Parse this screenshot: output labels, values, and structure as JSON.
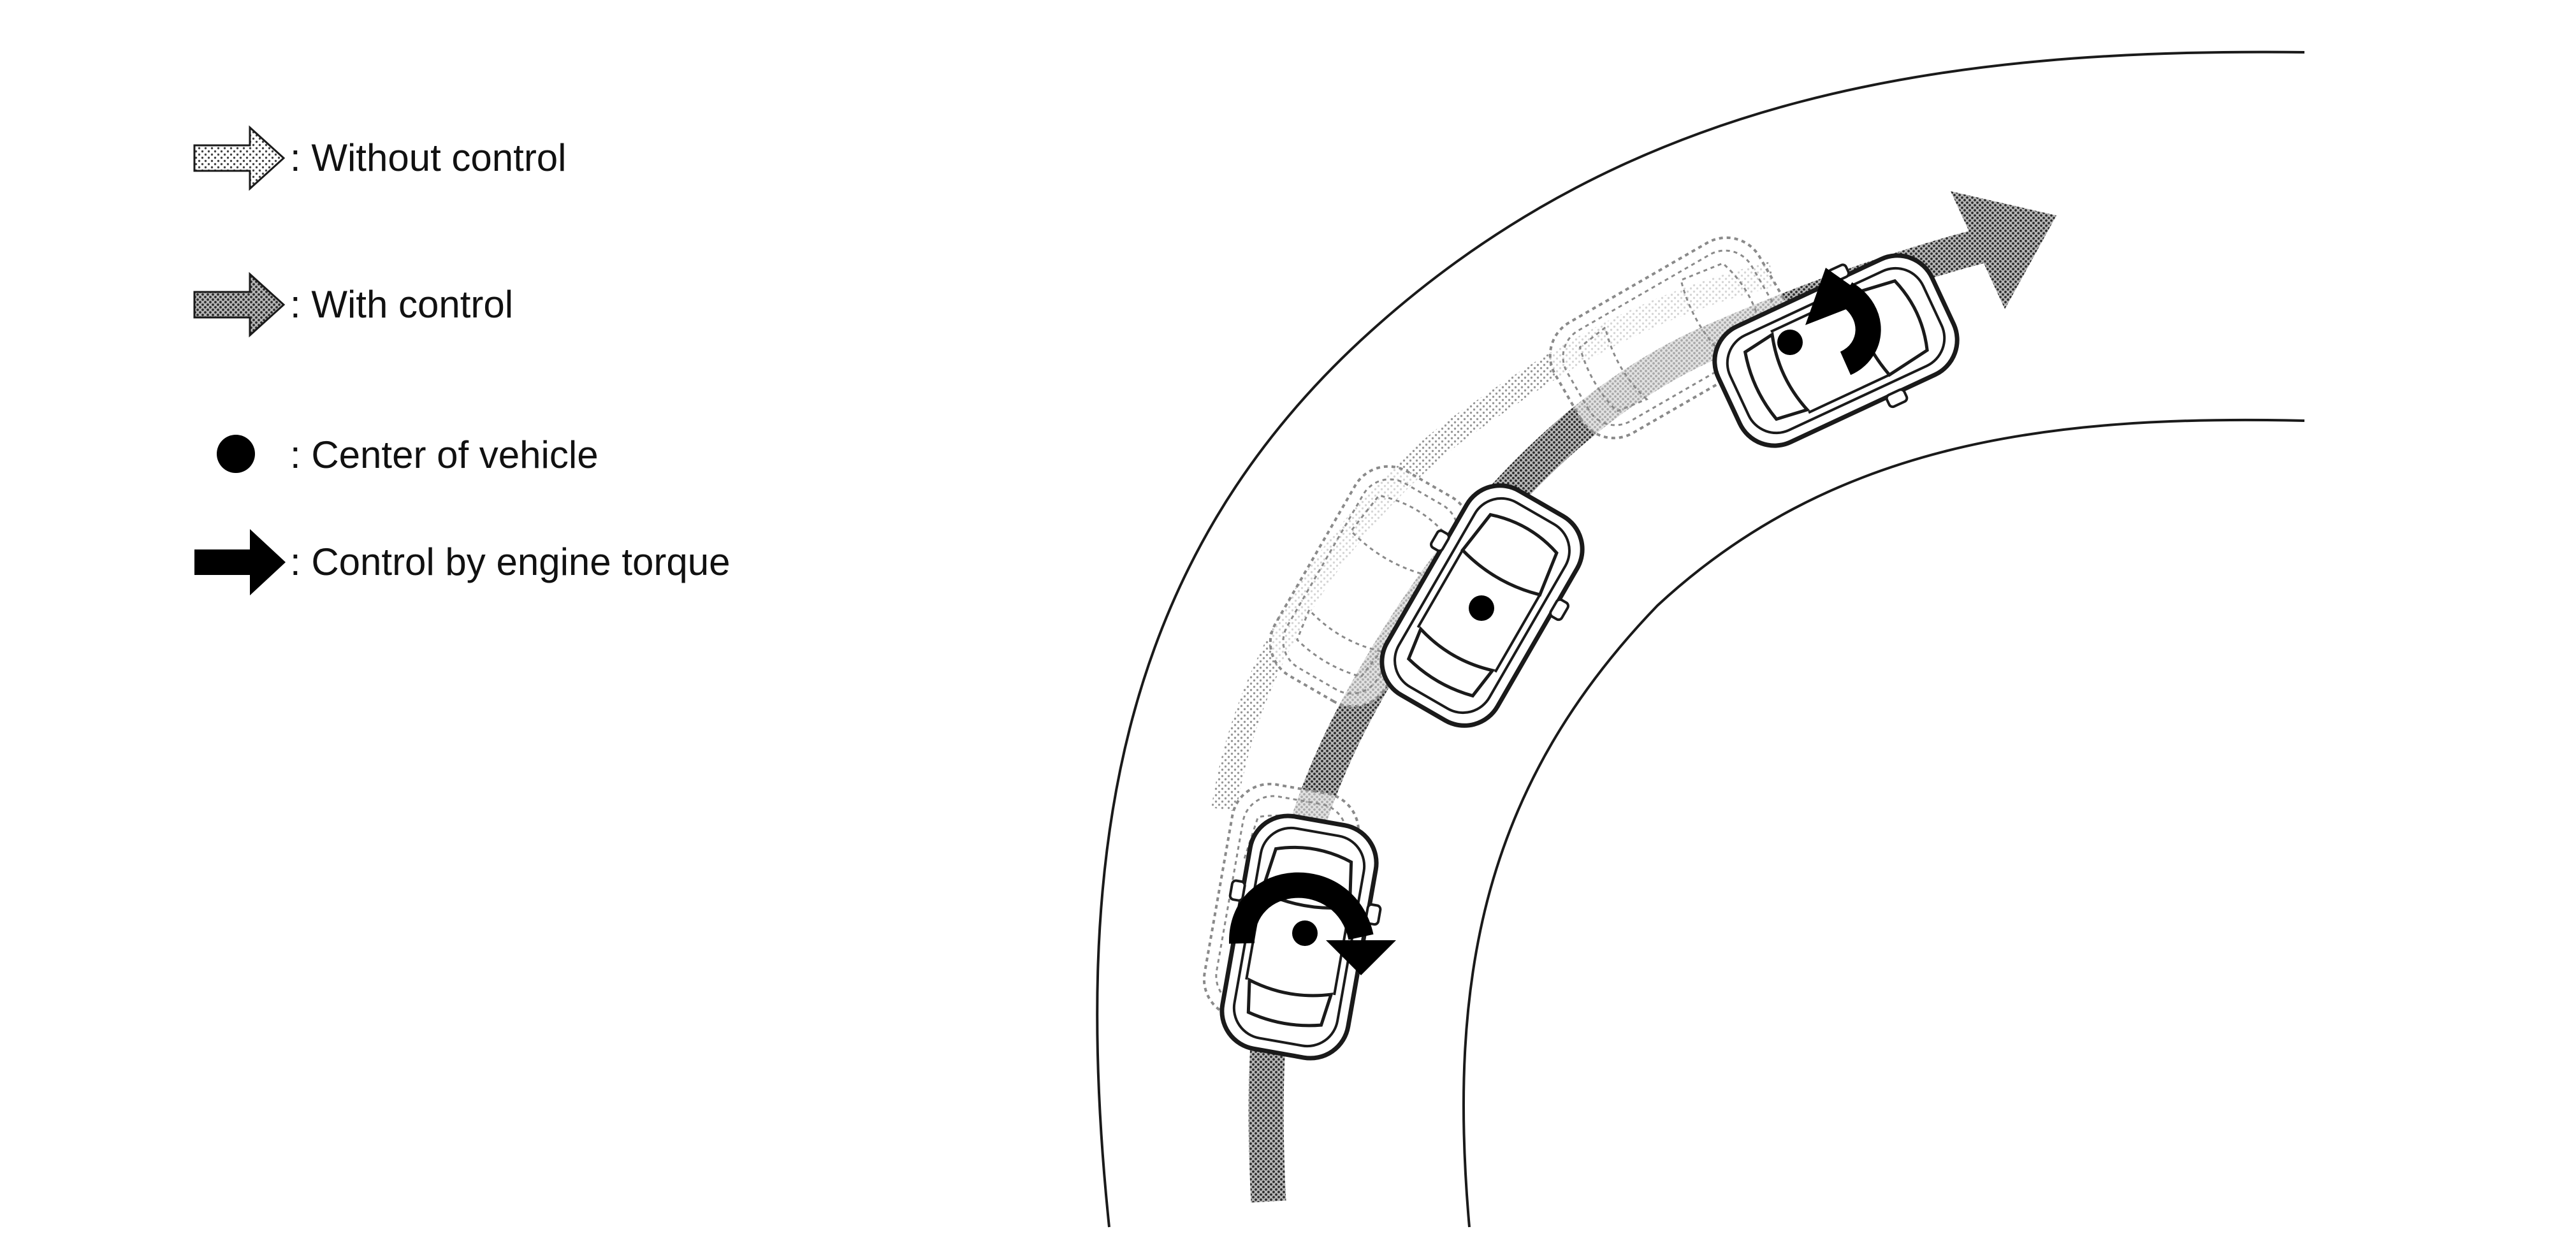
{
  "legend": {
    "items": [
      {
        "icon": "dotted-light-arrow-icon",
        "label": ": Without control"
      },
      {
        "icon": "dotted-dark-arrow-icon",
        "label": ": With control"
      },
      {
        "icon": "black-dot-icon",
        "label": ": Center of vehicle"
      },
      {
        "icon": "black-arrow-icon",
        "label": ": Control by engine torque"
      }
    ]
  },
  "colors": {
    "line": "#1a1a1a",
    "with_control_path": "#8a8a8a",
    "without_control_path": "#c4c4c4",
    "control_arrow": "#000000",
    "ghost_car": "#9a9a9a"
  }
}
